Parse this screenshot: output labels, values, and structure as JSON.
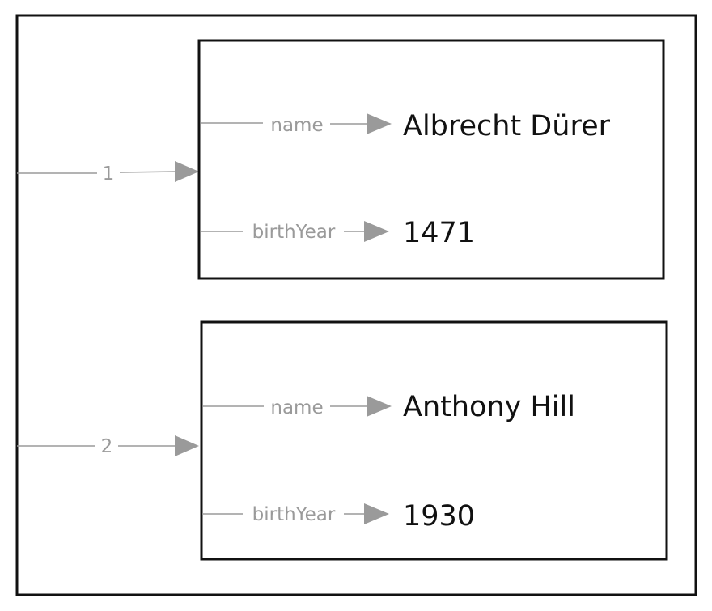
{
  "diagram": {
    "edges_to_records": [
      {
        "label": "1"
      },
      {
        "label": "2"
      }
    ],
    "records": [
      {
        "fields": [
          {
            "edge_label": "name",
            "value": "Albrecht Dürer"
          },
          {
            "edge_label": "birthYear",
            "value": "1471"
          }
        ]
      },
      {
        "fields": [
          {
            "edge_label": "name",
            "value": "Anthony Hill"
          },
          {
            "edge_label": "birthYear",
            "value": "1930"
          }
        ]
      }
    ],
    "colors": {
      "edge": "#9a9a9a",
      "border": "#111111",
      "text": "#111111"
    }
  }
}
